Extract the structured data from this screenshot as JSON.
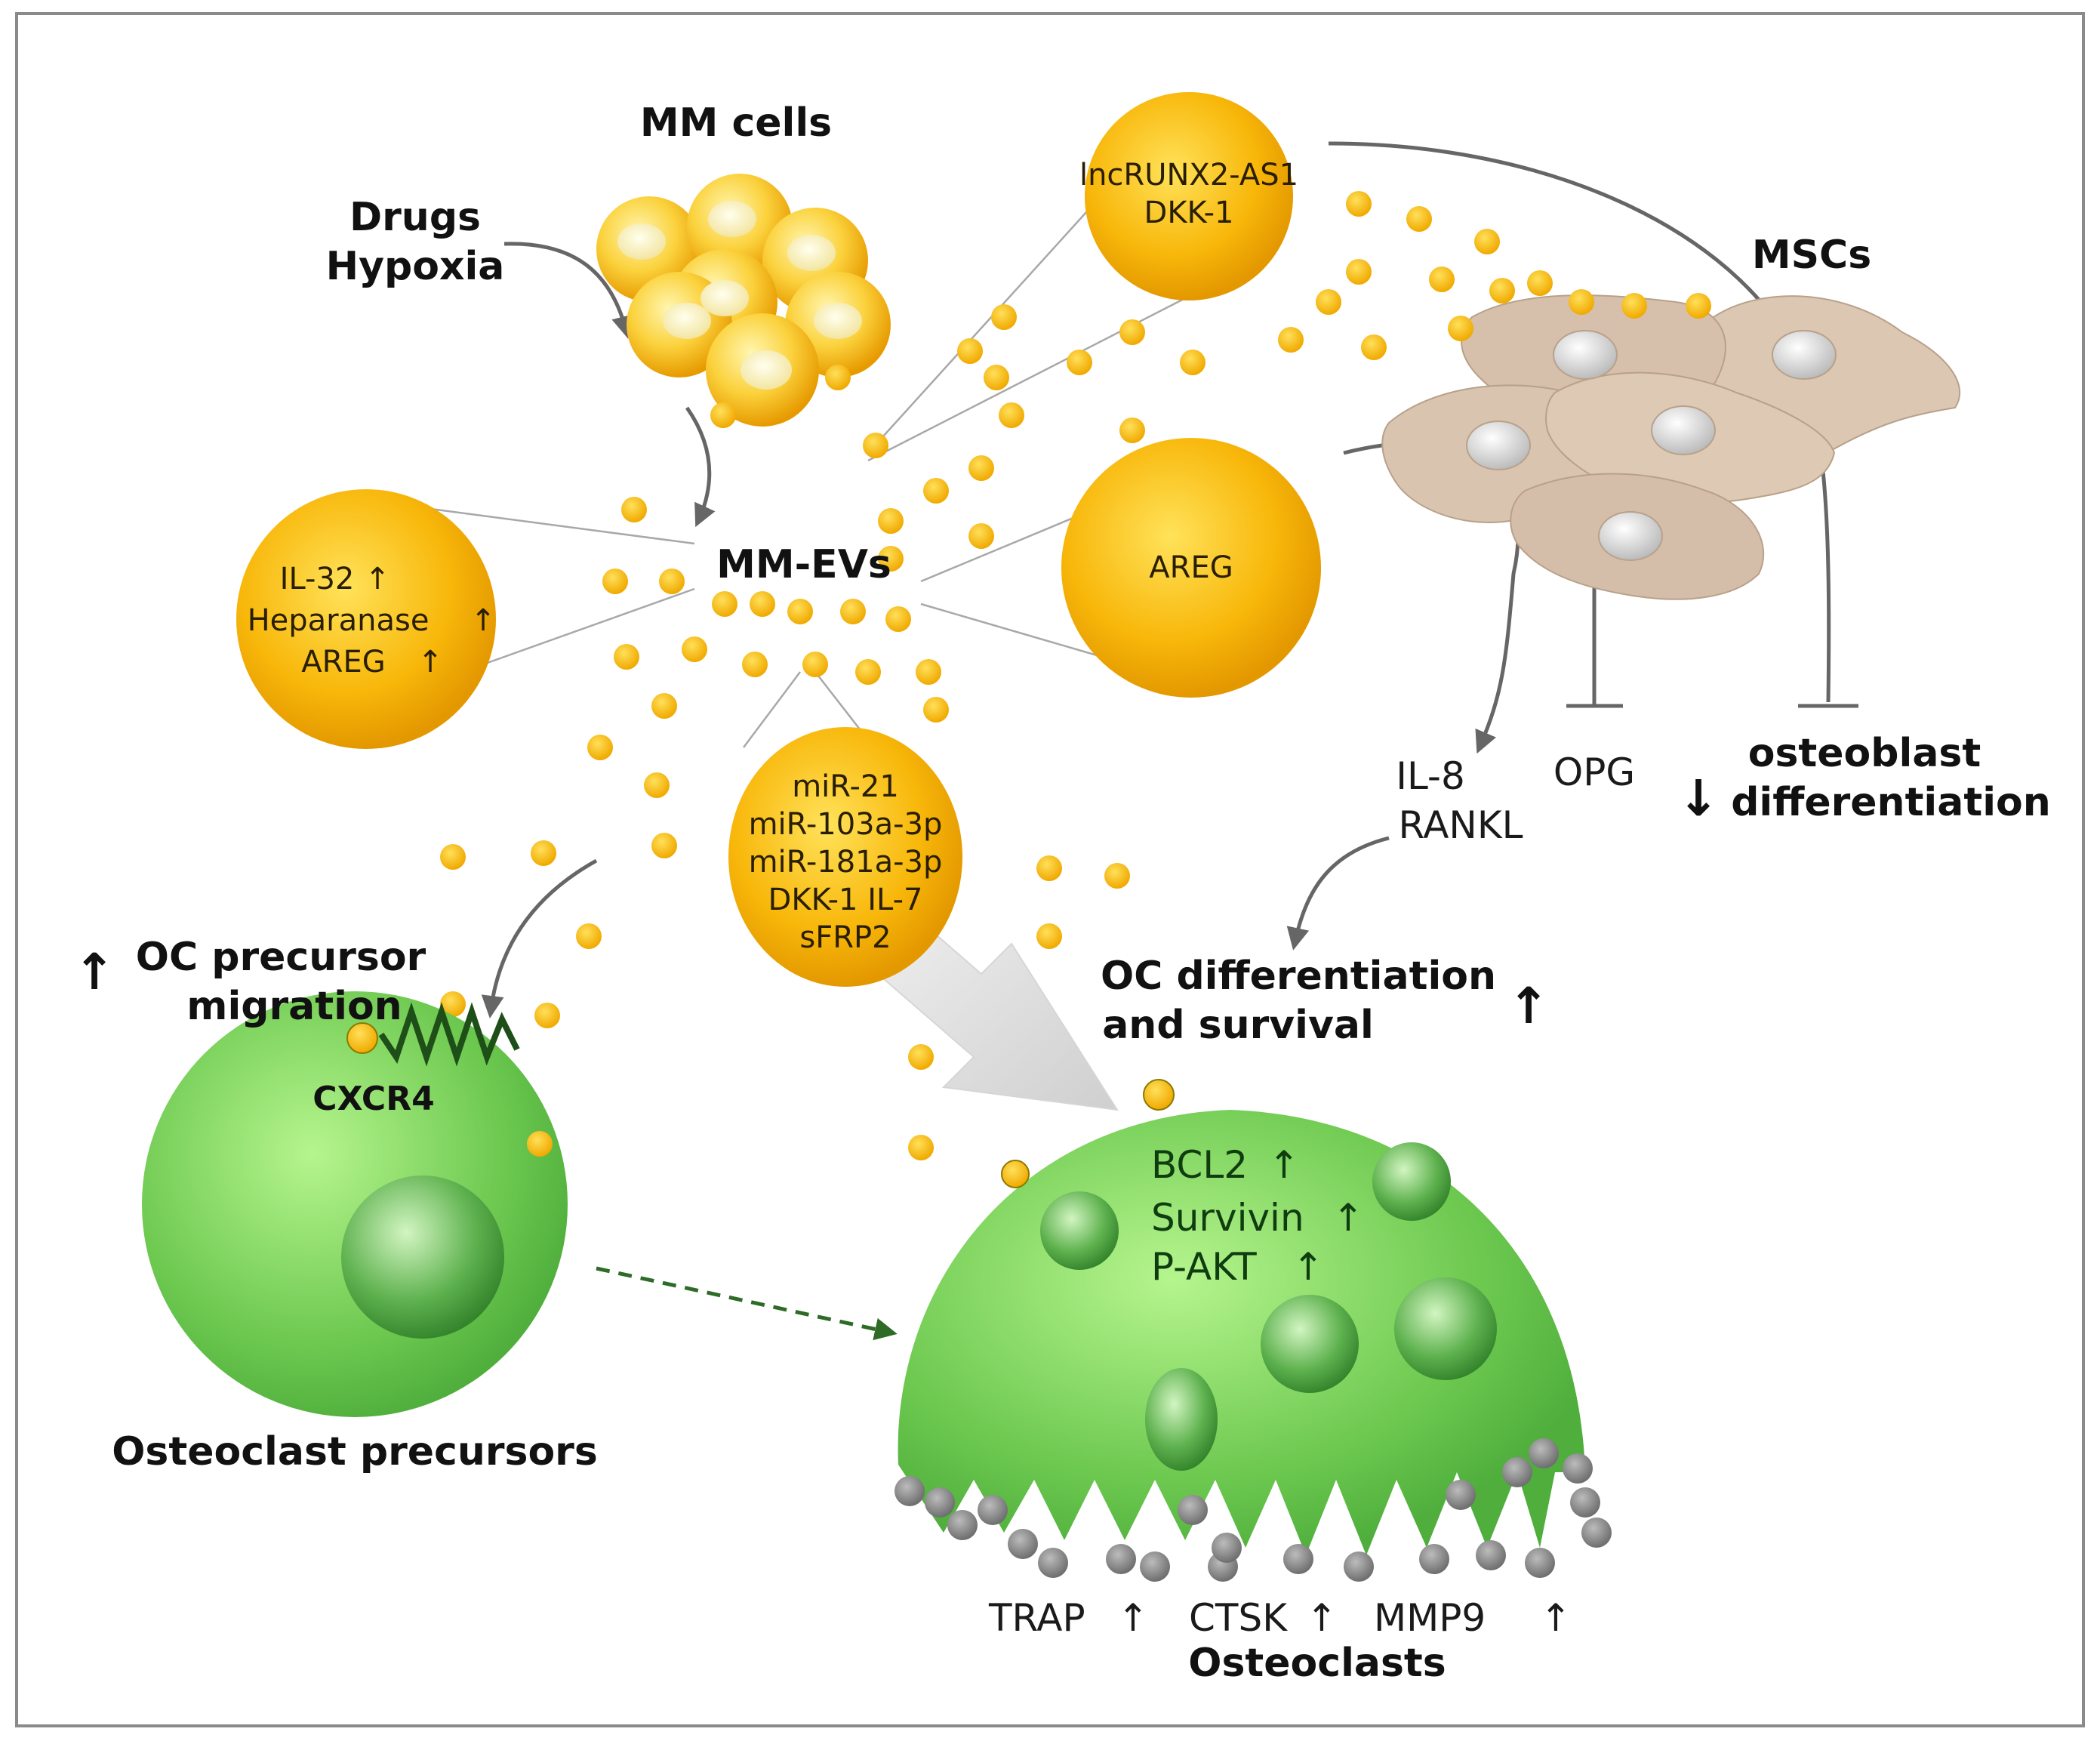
{
  "labels": {
    "mm_cells": "MM cells",
    "drugs": "Drugs",
    "hypoxia": "Hypoxia",
    "mm_evs": "MM-EVs",
    "mscs": "MSCs",
    "opg": "OPG",
    "il8": "IL-8",
    "rankl": "RANKL",
    "osteoblast": "osteoblast",
    "differentiation": "differentiation",
    "oc_precursor": "OC precursor",
    "migration": "migration",
    "cxcr4": "CXCR4",
    "osteoclast_precursors": "Osteoclast  precursors",
    "oc_differentiation": "OC differentiation",
    "and_survival": "and survival",
    "osteoclasts": "Osteoclasts"
  },
  "cargo": {
    "top": [
      "lncRUNX2-AS1",
      "DKK-1"
    ],
    "left": [
      "IL-32",
      "Heparanase",
      "AREG"
    ],
    "right": [
      "AREG"
    ],
    "center": [
      "miR-21",
      "miR-103a-3p",
      "miR-181a-3p",
      "DKK-1 IL-7",
      "sFRP2"
    ]
  },
  "osteoclast_markers": [
    "BCL2",
    "Survivin",
    "P-AKT"
  ],
  "secreted": [
    "TRAP",
    "CTSK",
    "MMP9"
  ],
  "arrows": {
    "up": "↑",
    "down": "↓"
  },
  "colors": {
    "vesicle": "#f5b800",
    "green_cell": "#5fc24a",
    "msc": "#d9c4b0",
    "arrow": "#666666"
  }
}
